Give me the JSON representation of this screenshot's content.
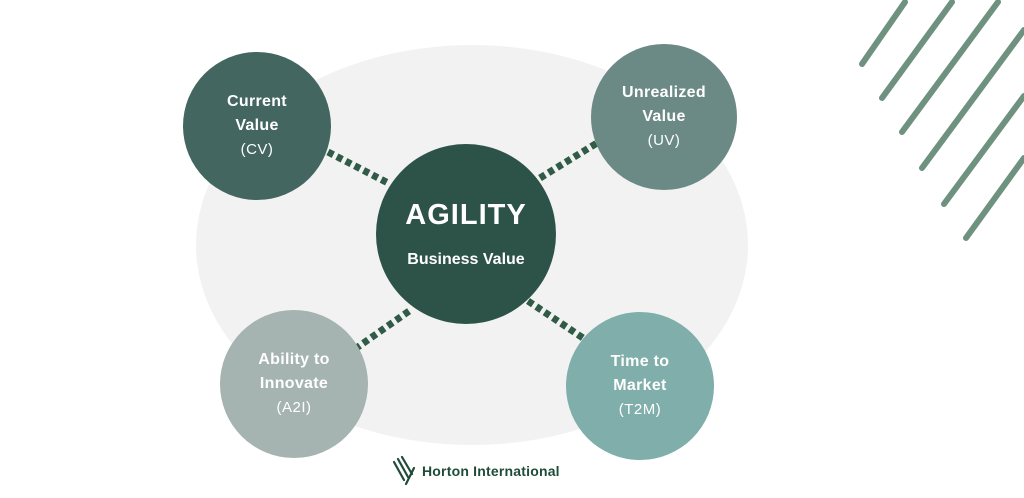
{
  "diagram": {
    "center": {
      "title": "AGILITY",
      "subtitle": "Business Value"
    },
    "nodes": [
      {
        "line1": "Current",
        "line2": "Value",
        "abbr": "(CV)"
      },
      {
        "line1": "Unrealized",
        "line2": "Value",
        "abbr": "(UV)"
      },
      {
        "line1": "Ability to",
        "line2": "Innovate",
        "abbr": "(A2I)"
      },
      {
        "line1": "Time to",
        "line2": "Market",
        "abbr": "(T2M)"
      }
    ]
  },
  "footer": {
    "company": "Horton International"
  },
  "colors": {
    "center": "#2d5349",
    "current_value": "#446660",
    "unrealized_value": "#6b8a85",
    "ability_to_innovate": "#a5b4b1",
    "time_to_market": "#80aeaa",
    "connector": "#2f5b47",
    "backdrop": "#f2f2f2",
    "decor_stripes": "#6f9180"
  },
  "icons": {
    "logo": "horton-leaf-logo-icon",
    "decoration": "diagonal-stripes-decoration"
  }
}
